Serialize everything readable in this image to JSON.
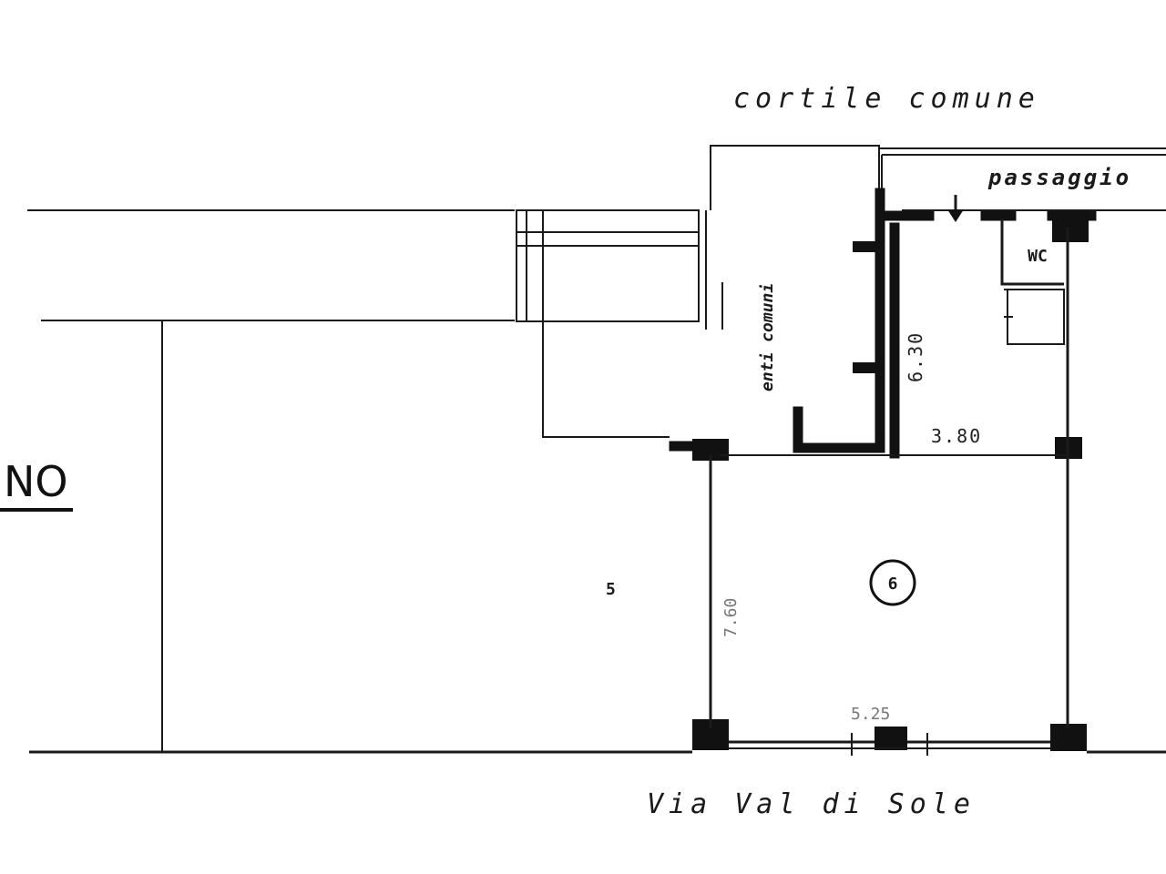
{
  "plan": {
    "labels": {
      "courtyard": "cortile comune",
      "passage": "passaggio",
      "common_entrance": "enti comuni",
      "wc": "WC",
      "street": "Via Val di Sole",
      "floor_fragment": "NO",
      "neighbor_unit": "5",
      "unit_number": "6"
    },
    "dimensions": {
      "height": "6.30",
      "width": "3.80",
      "front": "5.25",
      "side": "7.60"
    }
  }
}
